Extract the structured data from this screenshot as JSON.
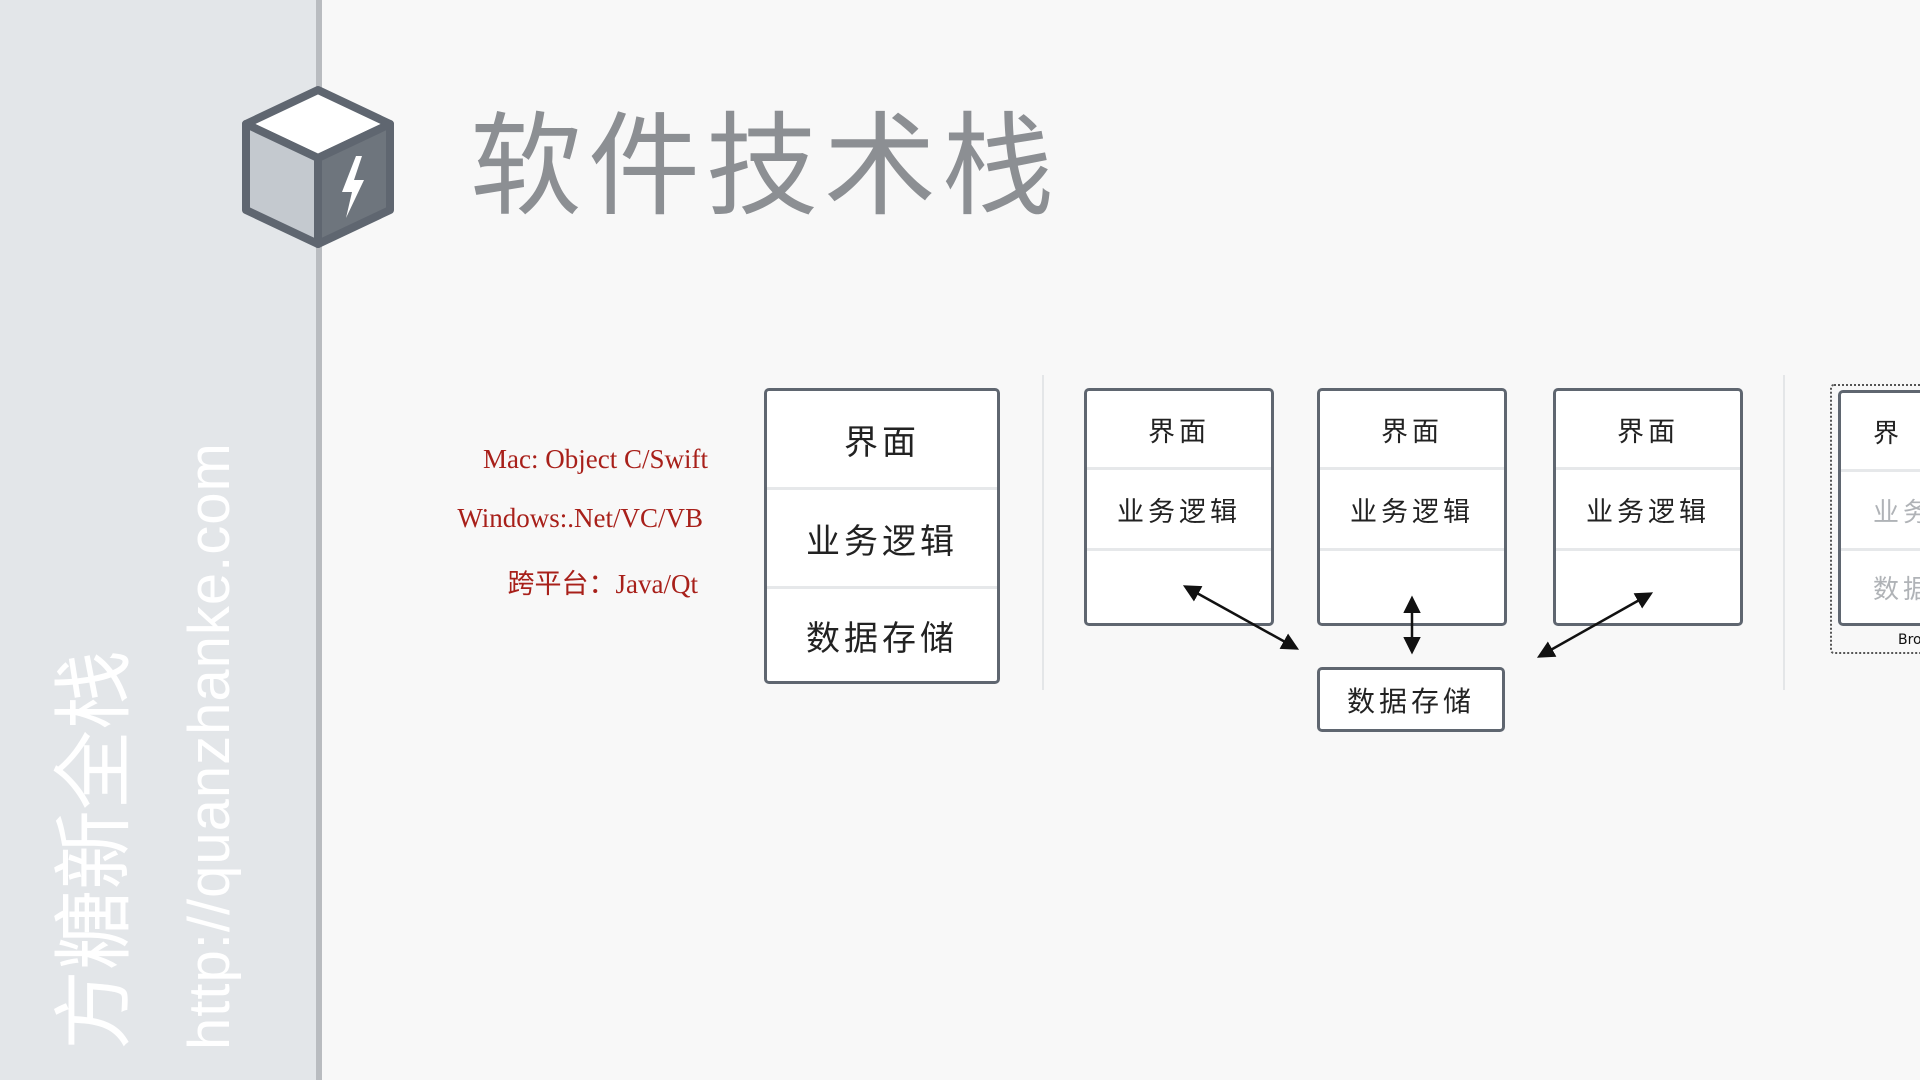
{
  "sidebar": {
    "brand_name": "方糖新全栈",
    "brand_url": "http://quanzhanke.com"
  },
  "title": "软件技术栈",
  "languages": {
    "mac": "Mac: Object C/Swift",
    "windows": "Windows:.Net/VC/VB",
    "cross_platform": "跨平台：Java/Qt"
  },
  "stack_main": {
    "ui": "界面",
    "logic": "业务逻辑",
    "storage": "数据存储"
  },
  "client_stacks": [
    {
      "ui": "界面",
      "logic": "业务逻辑"
    },
    {
      "ui": "界面",
      "logic": "业务逻辑"
    },
    {
      "ui": "界面",
      "logic": "业务逻辑"
    }
  ],
  "shared_storage": "数据存储",
  "partial_stack": {
    "ui": "界",
    "logic": "业务",
    "storage": "数据",
    "caption": "Bro"
  },
  "colors": {
    "accent_red": "#a8201a",
    "title_gray": "#8c8f93",
    "sidebar_bg": "#e3e6e9",
    "box_border": "#5f6670"
  }
}
